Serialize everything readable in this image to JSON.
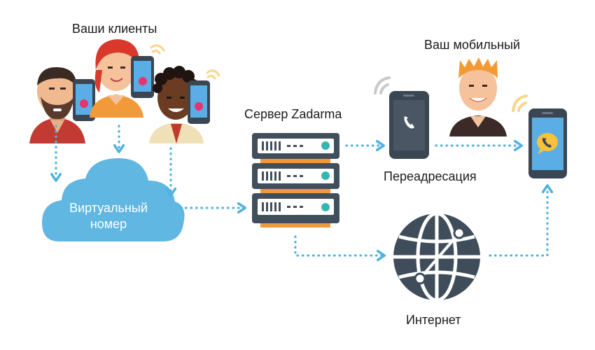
{
  "labels": {
    "clients": "Ваши клиенты",
    "server": "Сервер Zadarma",
    "mobile": "Ваш мобильный",
    "forwarding": "Переадресация",
    "internet": "Интернет"
  },
  "cloud": {
    "line1": "Виртуальный",
    "line2": "номер"
  },
  "colors": {
    "cloud": "#5fb7e2",
    "arrow": "#4fb3e0",
    "server_body": "#414f5c",
    "server_stripe": "#ee9b3e",
    "server_led": "#36b6b0",
    "globe": "#3f4d5a",
    "phone_dark": "#3a4652",
    "phone_screen_blue": "#5aaee5",
    "call_pink": "#e8336e",
    "call_yellow": "#f6c23c",
    "signal_grey": "#c9c9c9",
    "signal_yellow": "#f8d68a"
  },
  "icons": [
    "person-icon",
    "phone-icon",
    "cloud-icon",
    "server-icon",
    "globe-icon",
    "arrow-icon"
  ]
}
